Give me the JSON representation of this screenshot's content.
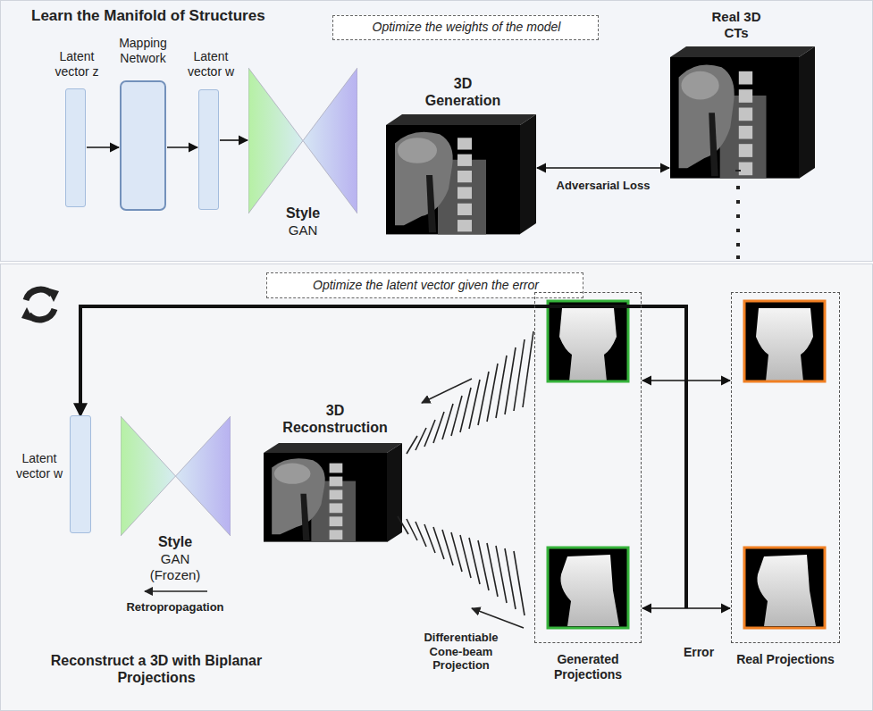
{
  "diagram": {
    "nodes": [
      {
        "text": [
          "Learn the Manifold of Structures"
        ]
      },
      {
        "text": [
          "Optimize the weights of the model"
        ],
        "in": 0
      },
      {
        "text": [
          "Latent vector z"
        ],
        "in": 0
      },
      {
        "text": [
          "Mapping Network"
        ],
        "in": 0
      },
      {
        "text": [
          "Latent vector w"
        ],
        "in": 0
      },
      {
        "text": [
          "Style",
          "GAN"
        ],
        "in": 0
      },
      {
        "text": [
          "3D Generation"
        ],
        "in": 0
      },
      {
        "text": [
          "Real 3D CTs"
        ],
        "in": 0
      },
      {
        "text": [
          "Reconstruct a 3D with Biplanar Projections"
        ]
      },
      {
        "text": [
          "Optimize the latent vector given the error"
        ],
        "in": 8
      },
      {
        "text": [
          "Latent vector w"
        ],
        "in": 8
      },
      {
        "text": [
          "Style",
          "GAN (Frozen)"
        ],
        "in": 8
      },
      {
        "text": [
          "3D Reconstruction"
        ],
        "in": 8
      },
      {
        "text": [
          "Generated Projections"
        ],
        "in": 8
      },
      {
        "text": [
          "Real Projections"
        ],
        "in": 8
      }
    ],
    "edges": [
      {
        "from": 2,
        "to": 3,
        "arrow": "to"
      },
      {
        "from": 3,
        "to": 4,
        "arrow": "to"
      },
      {
        "from": 4,
        "to": 5,
        "arrow": "to"
      },
      {
        "from": 6,
        "to": 7,
        "label": "Adversarial Loss",
        "arrow": "both"
      },
      {
        "from": 13,
        "to": 14,
        "arrow": "both"
      },
      {
        "from": 13,
        "to": 14,
        "arrow": "both"
      },
      {
        "from": 13,
        "to": 10,
        "arrow": "to"
      }
    ],
    "labels": [
      "Retropropagation",
      "Differentiable Cone-beam Projection",
      "Error"
    ]
  }
}
